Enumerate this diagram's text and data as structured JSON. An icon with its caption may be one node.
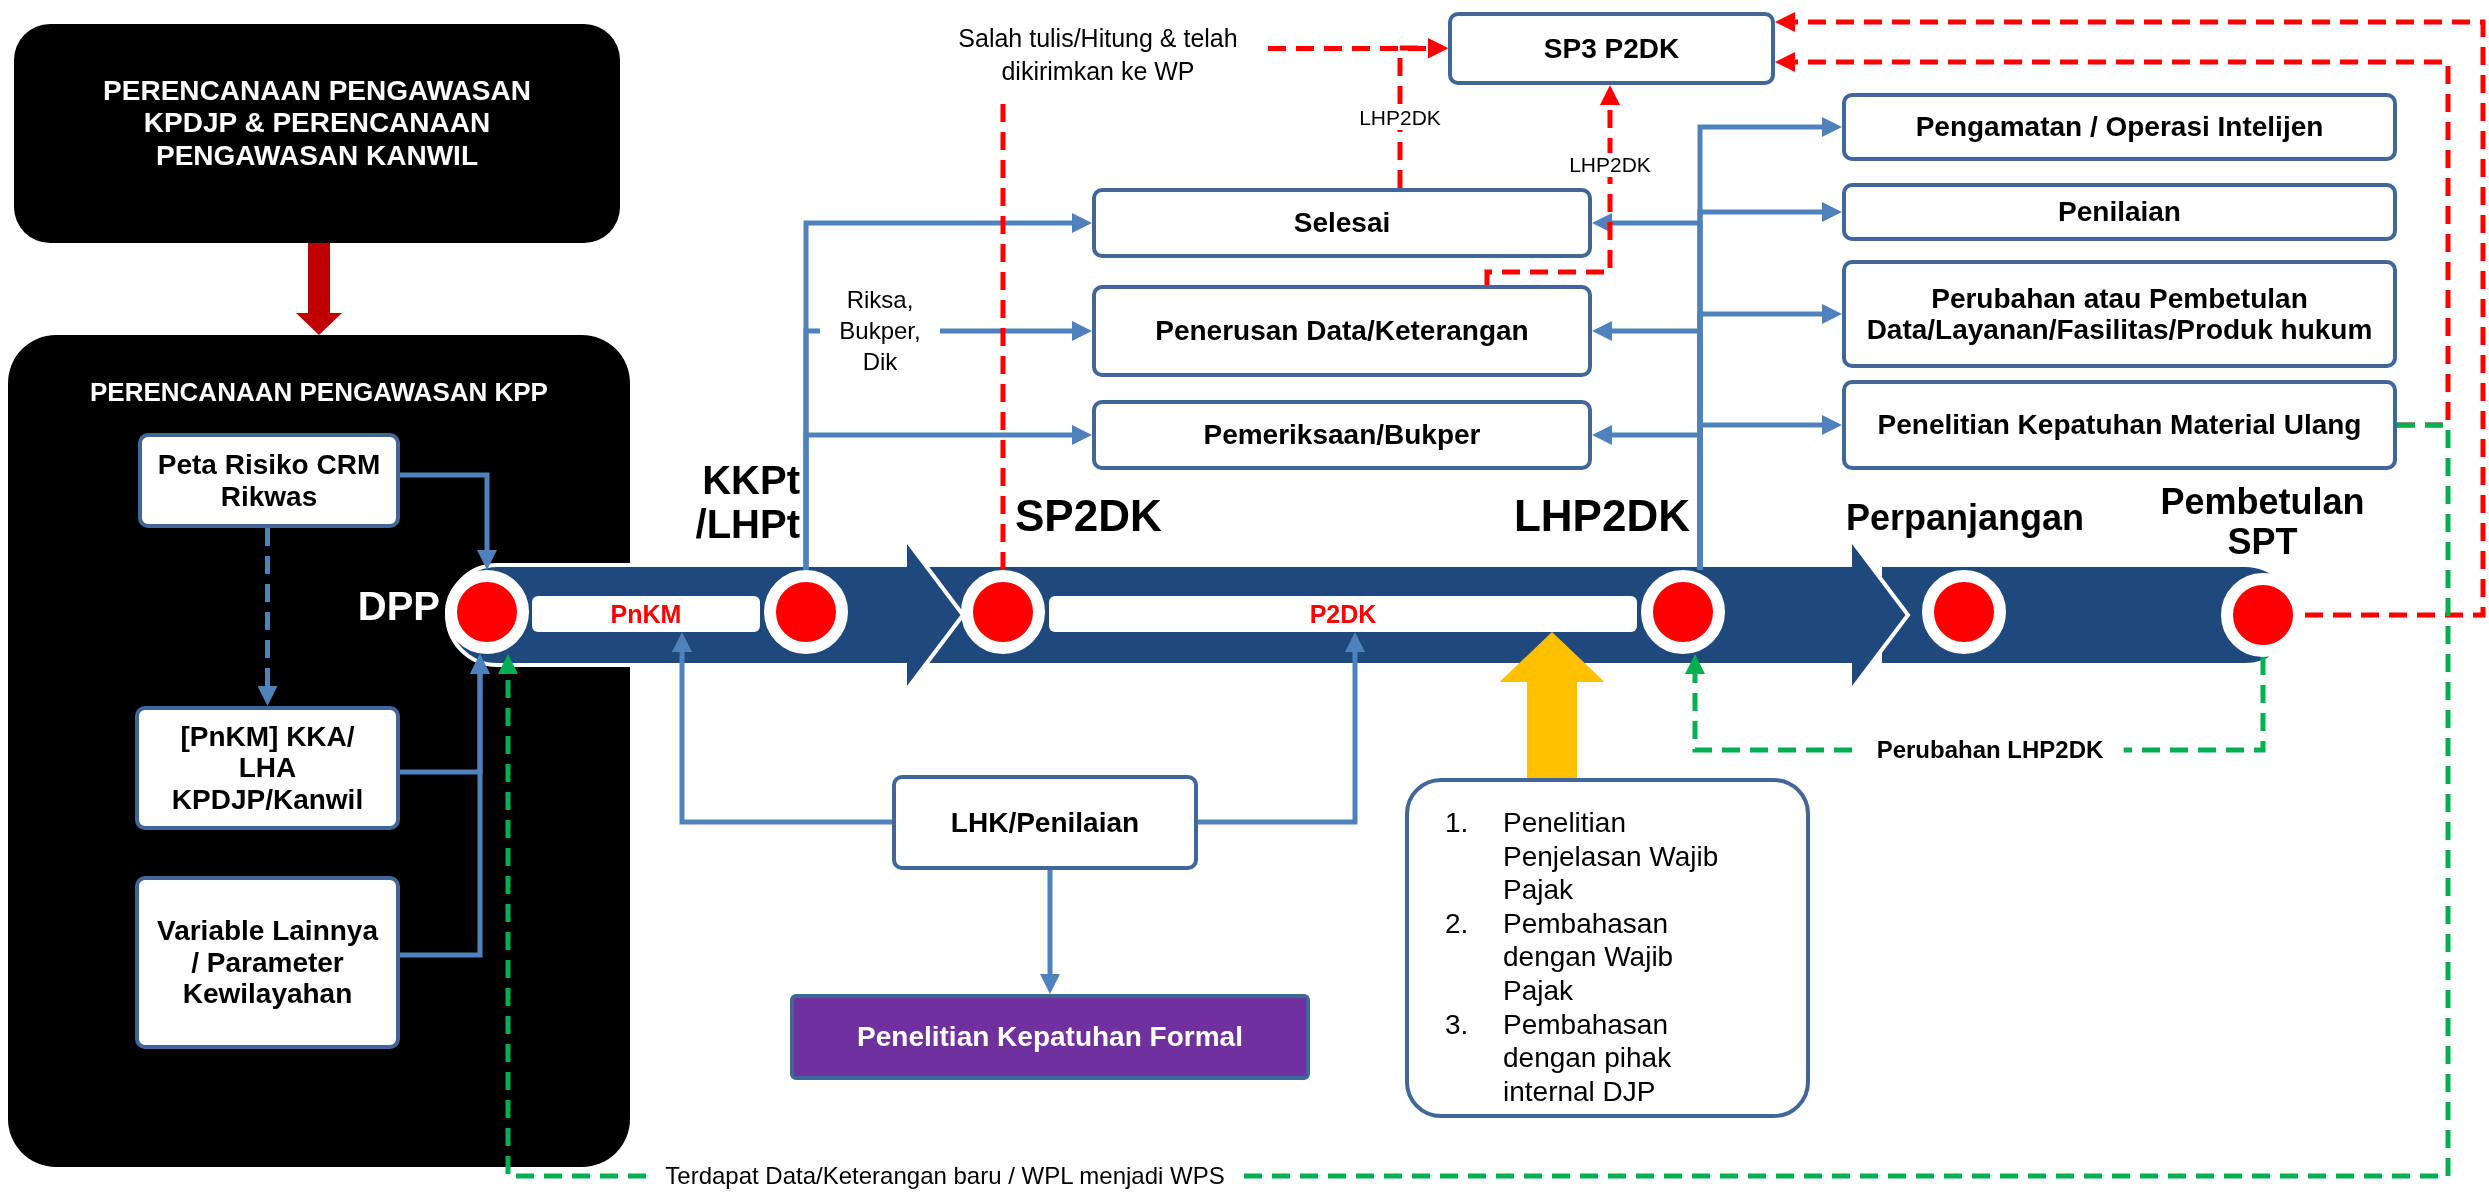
{
  "diagram": {
    "nodes": [
      {
        "text": [
          "PERENCANAAN PENGAWASAN KPDJP & PERENCANAAN PENGAWASAN KANWIL"
        ]
      },
      {
        "text": [
          "PERENCANAAN PENGAWASAN KPP"
        ]
      },
      {
        "text": [
          "Peta Risiko CRM Rikwas"
        ],
        "in": 1
      },
      {
        "text": [
          "[PnKM] KKA/ LHA KPDJP/Kanwil"
        ],
        "in": 1
      },
      {
        "text": [
          "Variable Lainnya / Parameter Kewilayahan"
        ],
        "in": 1
      },
      {
        "text": [
          "Salah tulis/Hitung & telah dikirimkan ke WP"
        ]
      },
      {
        "text": [
          "SP3 P2DK"
        ]
      },
      {
        "text": [
          "Pengamatan / Operasi Intelijen"
        ]
      },
      {
        "text": [
          "Selesai"
        ]
      },
      {
        "text": [
          "Penilaian"
        ]
      },
      {
        "text": [
          "Penerusan Data/Keterangan"
        ]
      },
      {
        "text": [
          "Perubahan atau Pembetulan Data/Layanan/Fasilitas/Produk hukum"
        ]
      },
      {
        "text": [
          "Pemeriksaan/Bukper"
        ]
      },
      {
        "text": [
          "Penelitian Kepatuhan Material Ulang"
        ]
      },
      {
        "text": [],
        "shape": "circle",
        "beside": [
          "DPP"
        ],
        "in": 1
      },
      {
        "text": [
          "PnKM"
        ]
      },
      {
        "text": [],
        "shape": "circle",
        "beside": [
          "KKPt /LHPt"
        ]
      },
      {
        "text": [],
        "shape": "circle",
        "beside": [
          "SP2DK"
        ]
      },
      {
        "text": [
          "P2DK"
        ]
      },
      {
        "text": [],
        "shape": "circle",
        "beside": [
          "LHP2DK"
        ]
      },
      {
        "text": [],
        "shape": "circle",
        "beside": [
          "Perpanjangan"
        ]
      },
      {
        "text": [],
        "shape": "circle",
        "beside": [
          "Pembetulan SPT"
        ]
      },
      {
        "text": [
          "LHK/Penilaian"
        ]
      },
      {
        "text": [
          "Penelitian Kepatuhan Formal"
        ]
      },
      {
        "text": [
          "1.",
          "Penelitian Penjelasan Wajib Pajak",
          "2.",
          "Pembahasan dengan Wajib Pajak",
          "3.",
          "Pembahasan dengan pihak internal DJP"
        ]
      }
    ],
    "edges": [
      {
        "from": 0,
        "to": 1,
        "arrow": "to",
        "style": "thick",
        "color": "#c00000"
      },
      {
        "from": 2,
        "to": 14,
        "arrow": "to"
      },
      {
        "from": 2,
        "to": 3,
        "arrow": "to",
        "style": "dashed"
      },
      {
        "from": 3,
        "to": 14,
        "arrow": "to"
      },
      {
        "from": 4,
        "to": 14,
        "arrow": "to"
      },
      {
        "from": 16,
        "to": 8,
        "arrow": "to"
      },
      {
        "from": 16,
        "to": 10,
        "arrow": "to",
        "label": "Riksa, Bukper, Dik"
      },
      {
        "from": 16,
        "to": 12,
        "arrow": "to"
      },
      {
        "from": 19,
        "to": 8,
        "arrow": "to"
      },
      {
        "from": 19,
        "to": 10,
        "arrow": "to"
      },
      {
        "from": 19,
        "to": 12,
        "arrow": "to"
      },
      {
        "from": 19,
        "to": 7,
        "arrow": "to"
      },
      {
        "from": 19,
        "to": 9,
        "arrow": "to"
      },
      {
        "from": 19,
        "to": 11,
        "arrow": "to"
      },
      {
        "from": 19,
        "to": 13,
        "arrow": "to"
      },
      {
        "from": 22,
        "to": 15,
        "arrow": "to"
      },
      {
        "from": 22,
        "to": 18,
        "arrow": "to"
      },
      {
        "from": 22,
        "to": 23,
        "arrow": "to"
      },
      {
        "from": 24,
        "to": 18,
        "arrow": "to",
        "style": "thick",
        "color": "#ffc000"
      },
      {
        "from": 17,
        "to": 5,
        "arrow": "none",
        "style": "dashed",
        "color": "#ff0000"
      },
      {
        "from": 5,
        "to": 6,
        "arrow": "to",
        "style": "dashed",
        "color": "#ff0000"
      },
      {
        "from": 8,
        "to": 6,
        "arrow": "to",
        "label": "LHP2DK",
        "style": "dashed",
        "color": "#ff0000"
      },
      {
        "from": 10,
        "to": 6,
        "arrow": "to",
        "label": "LHP2DK",
        "style": "dashed",
        "color": "#ff0000"
      },
      {
        "from": 21,
        "to": 6,
        "arrow": "to",
        "style": "dashed",
        "color": "#ff0000"
      },
      {
        "from": 13,
        "to": 6,
        "arrow": "to",
        "style": "dashed",
        "color": "#ff0000"
      },
      {
        "from": 21,
        "to": 19,
        "arrow": "to",
        "label": "Perubahan LHP2DK",
        "style": "dashed",
        "color": "#00b050"
      },
      {
        "from": 13,
        "to": 14,
        "arrow": "to",
        "label": "Terdapat Data/Keterangan baru / WPL menjadi WPS",
        "style": "dashed",
        "color": "#00b050"
      }
    ]
  }
}
